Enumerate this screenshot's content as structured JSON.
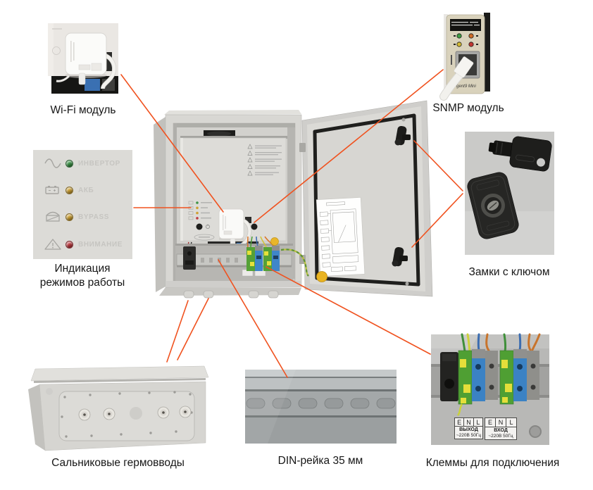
{
  "page": {
    "background": "#ffffff",
    "accent": "#f0521f"
  },
  "callouts": {
    "wifi": {
      "label": "Wi-Fi модуль"
    },
    "snmp": {
      "label": "SNMP модуль",
      "device_text": "gent9 Mini"
    },
    "indicators": {
      "label_line1": "Индикация",
      "label_line2": "режимов работы",
      "rows": [
        {
          "icon": "sine-icon",
          "led_color": "#3c9447",
          "label": "ИНВЕРТОР"
        },
        {
          "icon": "battery-icon",
          "led_color": "#cfa234",
          "label": "АКБ"
        },
        {
          "icon": "bypass-icon",
          "led_color": "#cfa234",
          "label": "BYPASS"
        },
        {
          "icon": "warning-icon",
          "led_color": "#bf3b41",
          "label": "ВНИМАНИЕ"
        }
      ]
    },
    "locks": {
      "label": "Замки с ключом"
    },
    "glands": {
      "label": "Сальниковые гермовводы"
    },
    "din": {
      "label": "DIN-рейка 35 мм"
    },
    "terminals": {
      "label": "Клеммы для подключения",
      "groups": [
        {
          "pins": [
            "E",
            "N",
            "L"
          ],
          "name": "ВЫХОД",
          "rating": "~220В 50Гц"
        },
        {
          "pins": [
            "E",
            "N",
            "L"
          ],
          "name": "ВХОД",
          "rating": "~220В 50Гц"
        }
      ]
    }
  }
}
